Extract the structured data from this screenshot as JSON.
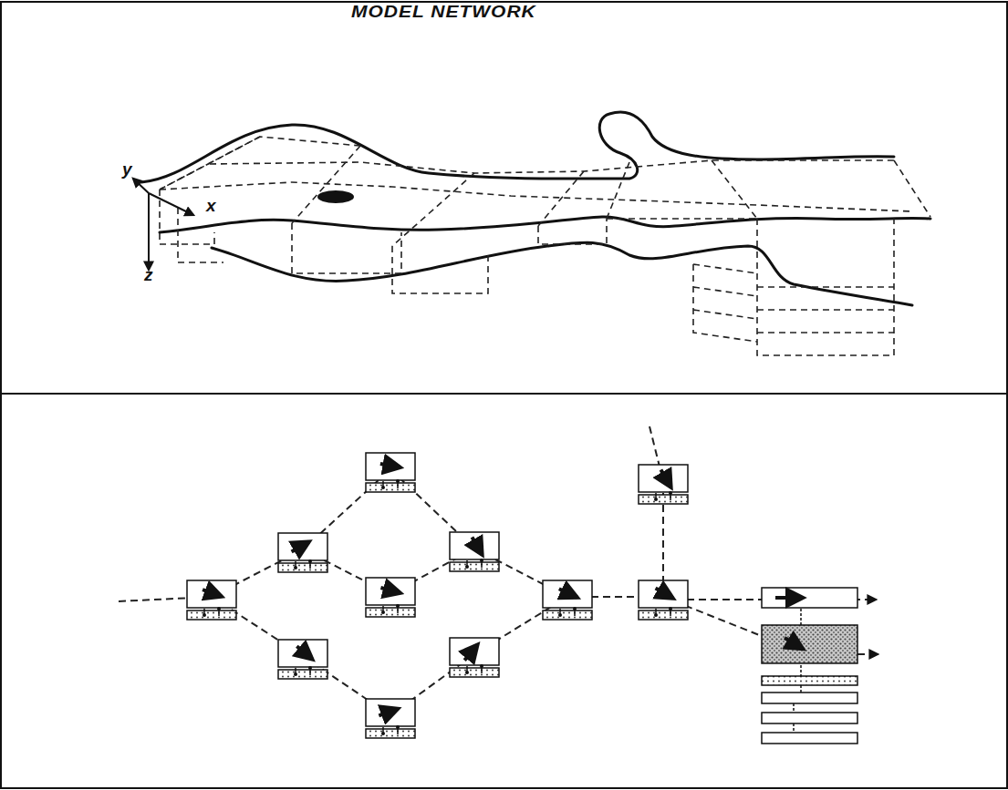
{
  "diagram": {
    "title": "MODEL NETWORK",
    "labels": [
      "y",
      "x",
      "z"
    ]
  }
}
